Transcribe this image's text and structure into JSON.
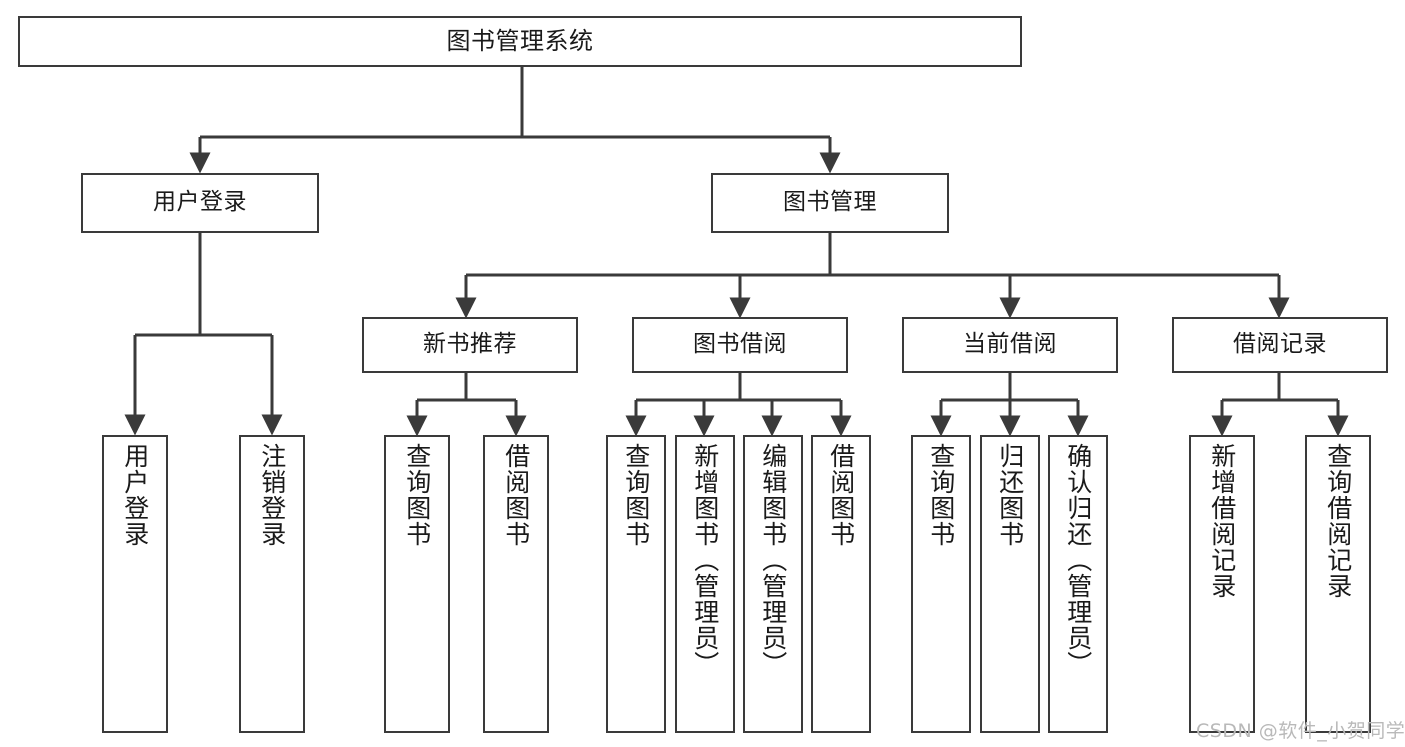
{
  "diagram": {
    "title": "图书管理系统",
    "type": "tree-hierarchy-diagram",
    "style": {
      "box_border": "#3a3a3a",
      "box_fill": "#ffffff",
      "line_color": "#3a3a3a",
      "text_color": "#1a1a1a",
      "background": "#ffffff",
      "watermark_color": "#b9b9b9"
    },
    "root": {
      "label": "图书管理系统"
    },
    "level2": [
      {
        "id": "user-login",
        "label": "用户登录"
      },
      {
        "id": "book-manage",
        "label": "图书管理"
      }
    ],
    "level3": [
      {
        "id": "new-book-recommend",
        "label": "新书推荐",
        "parent": "book-manage"
      },
      {
        "id": "book-borrow",
        "label": "图书借阅",
        "parent": "book-manage"
      },
      {
        "id": "current-borrow",
        "label": "当前借阅",
        "parent": "book-manage"
      },
      {
        "id": "borrow-record",
        "label": "借阅记录",
        "parent": "book-manage"
      }
    ],
    "leaves": [
      {
        "id": "leaf-user-login",
        "label": "用户登录",
        "parent": "user-login"
      },
      {
        "id": "leaf-user-logout",
        "label": "注销登录",
        "parent": "user-login"
      },
      {
        "id": "leaf-query-book-1",
        "label": "查询图书",
        "parent": "new-book-recommend"
      },
      {
        "id": "leaf-borrow-book-1",
        "label": "借阅图书",
        "parent": "new-book-recommend"
      },
      {
        "id": "leaf-query-book-2",
        "label": "查询图书",
        "parent": "book-borrow"
      },
      {
        "id": "leaf-add-book",
        "label": "新增图书（管理员）",
        "parent": "book-borrow"
      },
      {
        "id": "leaf-edit-book",
        "label": "编辑图书（管理员）",
        "parent": "book-borrow"
      },
      {
        "id": "leaf-borrow-book-2",
        "label": "借阅图书",
        "parent": "book-borrow"
      },
      {
        "id": "leaf-query-book-3",
        "label": "查询图书",
        "parent": "current-borrow"
      },
      {
        "id": "leaf-return-book",
        "label": "归还图书",
        "parent": "current-borrow"
      },
      {
        "id": "leaf-confirm-return",
        "label": "确认归还（管理员）",
        "parent": "current-borrow"
      },
      {
        "id": "leaf-add-record",
        "label": "新增借阅记录",
        "parent": "borrow-record"
      },
      {
        "id": "leaf-query-record",
        "label": "查询借阅记录",
        "parent": "borrow-record"
      }
    ],
    "watermark": "CSDN @软件_小贺同学"
  }
}
